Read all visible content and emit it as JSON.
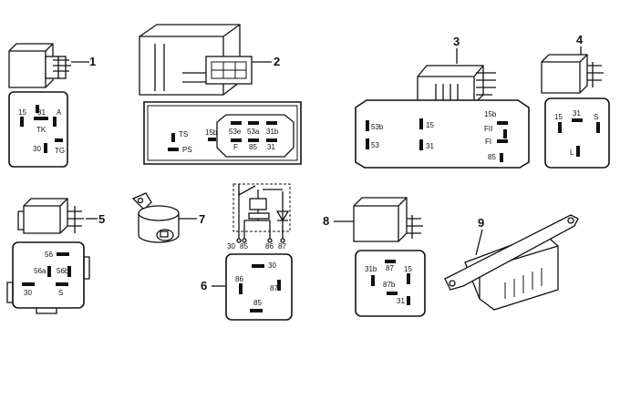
{
  "callouts": [
    "1",
    "2",
    "3",
    "4",
    "5",
    "6",
    "7",
    "8",
    "9"
  ],
  "relay1": {
    "pins": [
      "15",
      "31",
      "A",
      "TK",
      "30",
      "TG"
    ]
  },
  "relay2": {
    "pins": [
      "TS",
      "PS",
      "15b",
      "53e",
      "53a",
      "31b",
      "F",
      "85",
      "31"
    ]
  },
  "relay3": {
    "pins": [
      "53b",
      "15",
      "15b",
      "FII",
      "53",
      "31",
      "FI",
      "85"
    ]
  },
  "relay4": {
    "pins": [
      "15",
      "31",
      "S",
      "L"
    ]
  },
  "relay5": {
    "pins": [
      "56",
      "56a",
      "56b",
      "30",
      "S"
    ]
  },
  "relay6": {
    "pins": [
      "30",
      "86",
      "87",
      "85"
    ],
    "schematic_pins": [
      "30",
      "85",
      "86",
      "87"
    ]
  },
  "relay8": {
    "pins": [
      "31b",
      "87",
      "15",
      "87b",
      "31"
    ]
  }
}
